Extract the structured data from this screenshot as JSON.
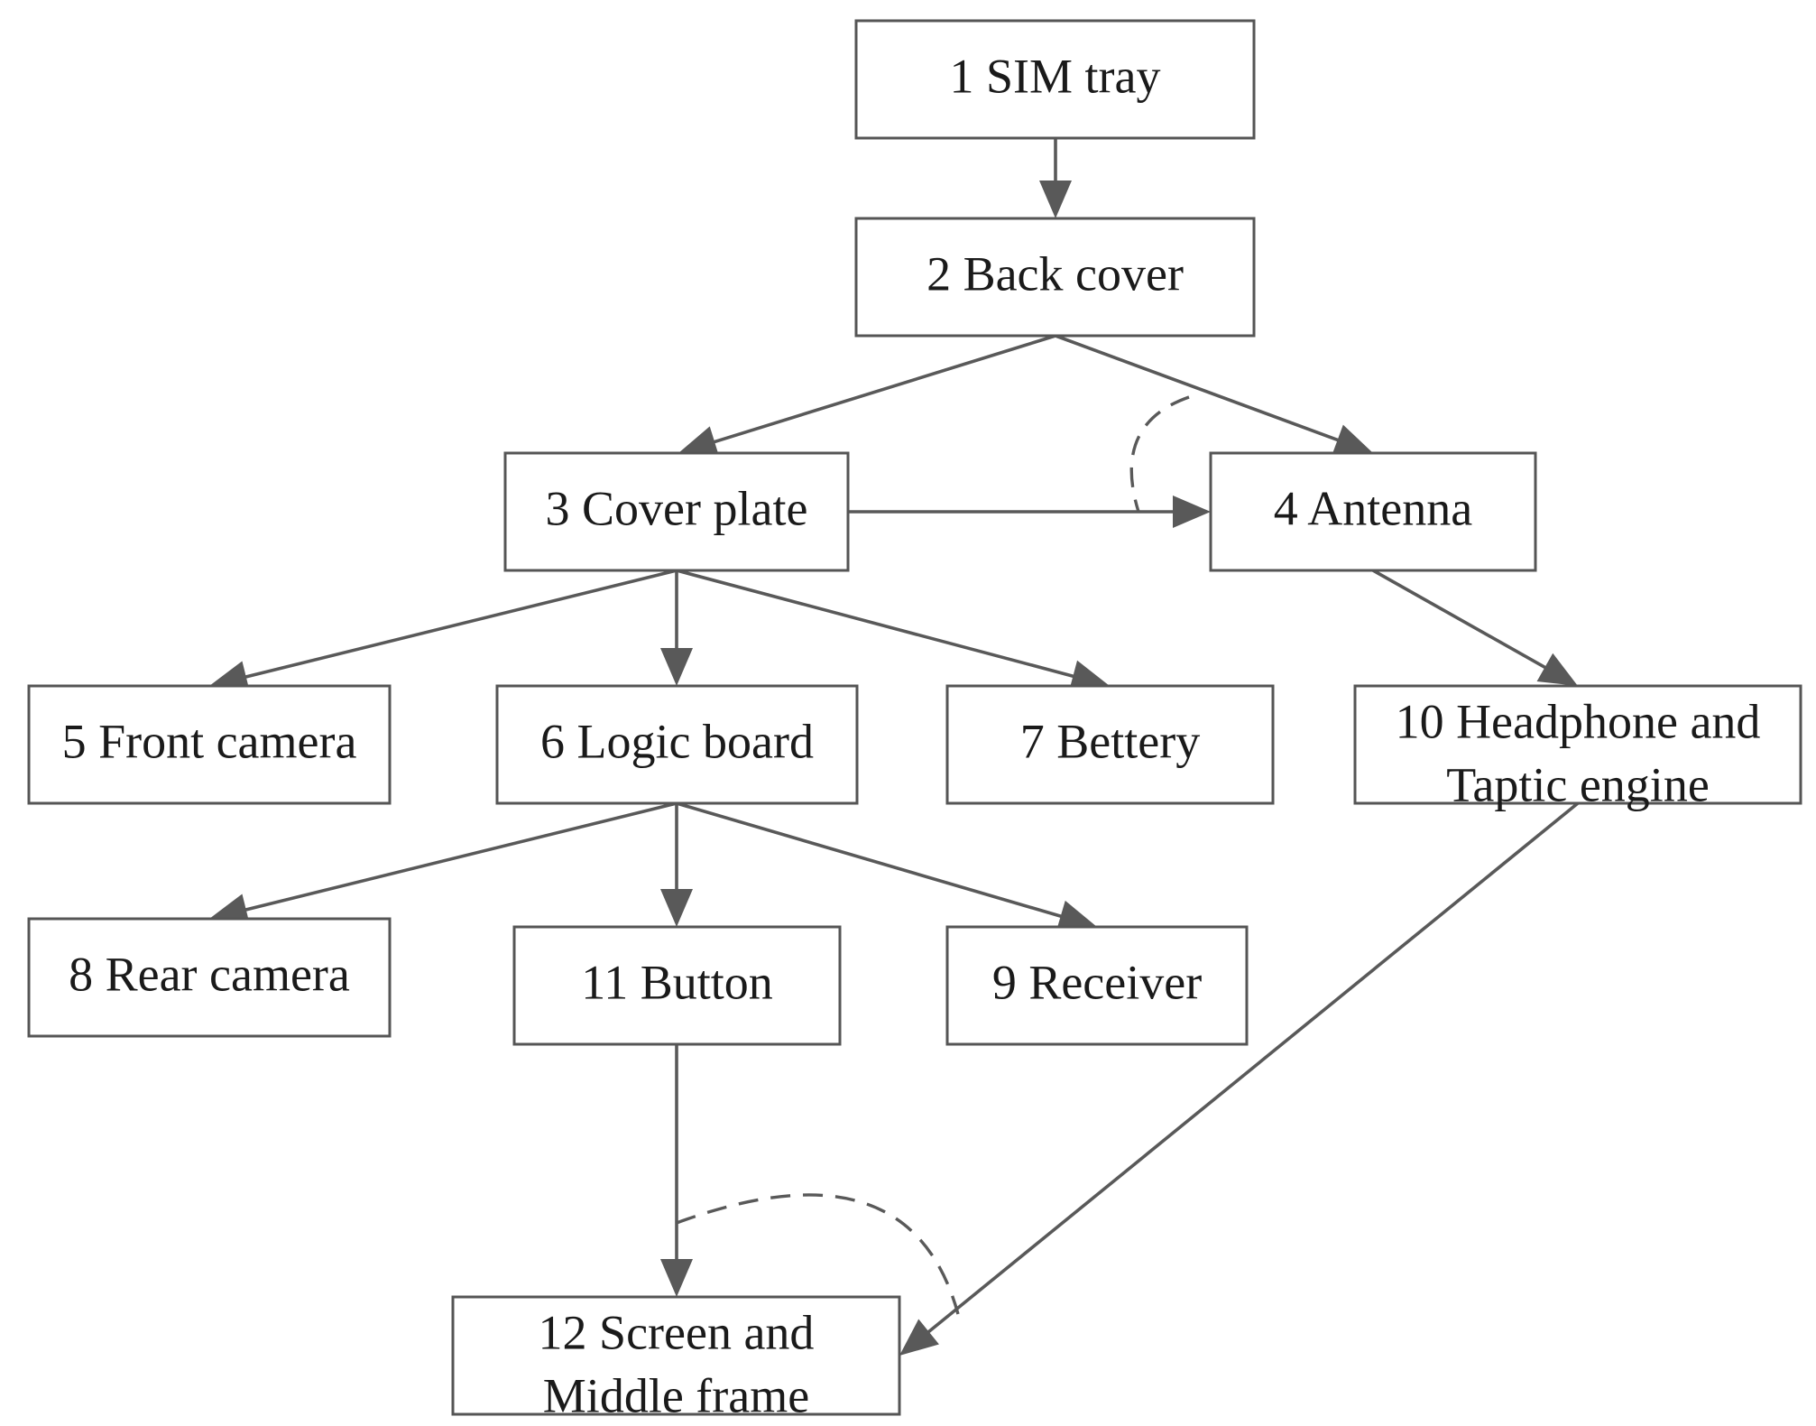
{
  "diagram": {
    "type": "disassembly-precedence-graph",
    "nodes": [
      {
        "id": "n1",
        "label": "1 SIM  tray"
      },
      {
        "id": "n2",
        "label": "2 Back cover"
      },
      {
        "id": "n3",
        "label": "3 Cover plate"
      },
      {
        "id": "n4",
        "label": "4 Antenna"
      },
      {
        "id": "n5",
        "label": "5 Front camera"
      },
      {
        "id": "n6",
        "label": "6 Logic board"
      },
      {
        "id": "n7",
        "label": "7 Bettery"
      },
      {
        "id": "n8",
        "label": "8 Rear camera"
      },
      {
        "id": "n9",
        "label": "9 Receiver"
      },
      {
        "id": "n10",
        "label": "10 Headphone and Taptic engine",
        "lines": [
          "10 Headphone and",
          "Taptic engine"
        ]
      },
      {
        "id": "n11",
        "label": "11 Button"
      },
      {
        "id": "n12",
        "label": "12 Screen and Middle frame",
        "lines": [
          "12 Screen and",
          "Middle frame"
        ]
      }
    ],
    "edges": [
      {
        "from": "n1",
        "to": "n2"
      },
      {
        "from": "n2",
        "to": "n3"
      },
      {
        "from": "n2",
        "to": "n4"
      },
      {
        "from": "n3",
        "to": "n4"
      },
      {
        "from": "n3",
        "to": "n5"
      },
      {
        "from": "n3",
        "to": "n6"
      },
      {
        "from": "n3",
        "to": "n7"
      },
      {
        "from": "n4",
        "to": "n10"
      },
      {
        "from": "n6",
        "to": "n8"
      },
      {
        "from": "n6",
        "to": "n11"
      },
      {
        "from": "n6",
        "to": "n9"
      },
      {
        "from": "n11",
        "to": "n12"
      },
      {
        "from": "n10",
        "to": "n12"
      }
    ],
    "and_groups": [
      {
        "target": "n4",
        "edges": [
          "n2-n4",
          "n3-n4"
        ],
        "style": "dashed-arc"
      },
      {
        "target": "n12",
        "edges": [
          "n11-n12",
          "n10-n12"
        ],
        "style": "dashed-arc"
      }
    ],
    "colors": {
      "box_stroke": "#555555",
      "edge": "#595959",
      "text": "#1a1a1a",
      "background": "#ffffff"
    }
  }
}
